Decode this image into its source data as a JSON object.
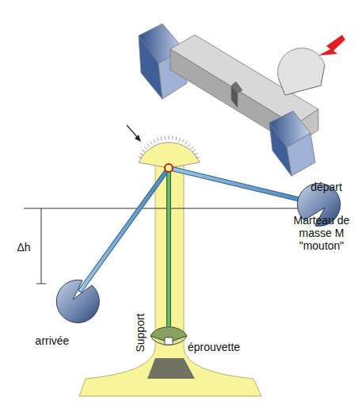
{
  "diagram": {
    "labels": [
      "départ",
      "Marteau de masse M \"mouton\"",
      "Δh",
      "arrivée",
      "Support",
      "éprouvette"
    ]
  }
}
